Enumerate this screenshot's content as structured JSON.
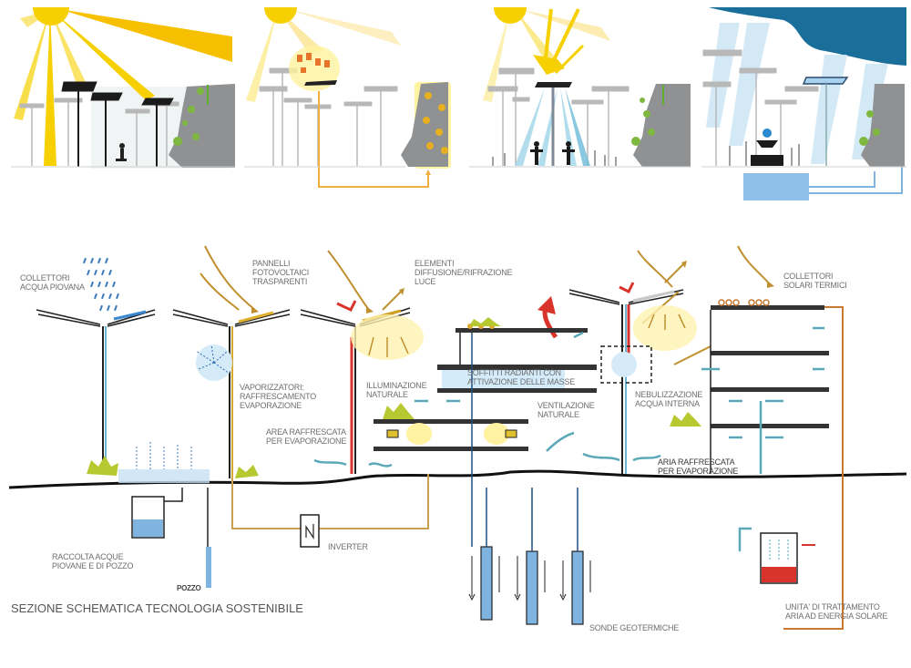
{
  "diagram": {
    "title": "SEZIONE SCHEMATICA TECNOLOGIA SOSTENIBILE",
    "top_panels": [
      {
        "theme": "sun-shading",
        "description": "Sun with rays, dark photovoltaic canopies, seated figure, green wall"
      },
      {
        "theme": "photovoltaic-energy",
        "description": "Sun energizing transparent PV panel, linked by orange line to illuminated green wall"
      },
      {
        "theme": "light-diffusion",
        "description": "Sunlight refracted by canopy element into cool light beams over figures"
      },
      {
        "theme": "rainwater-collection",
        "description": "Rain cloud, blue canopy collector, fountain and water tank"
      }
    ],
    "labels": {
      "collettori_acqua": "COLLETTORI\nACQUA PIOVANA",
      "pannelli": "PANNELLI\nFOTOVOLTAICI\nTRASPARENTI",
      "elementi": "ELEMENTI\nDIFFUSIONE/RIFRAZIONE\nLUCE",
      "collettori_solari": "COLLETTORI\nSOLARI TERMICI",
      "vaporizzatori": "VAPORIZZATORI:\nRAFFRESCAMENTO\nEVAPORAZIONE",
      "area_raffrescata": "AREA RAFFRESCATA\nPER EVAPORAZIONE",
      "illuminazione": "ILLUMINAZIONE\nNATURALE",
      "soffitti": "SOFFITTI RADIANTI CON\nATTIVAZIONE DELLE MASSE",
      "ventilazione": "VENTILAZIONE\nNATURALE",
      "nebulizzazione": "NEBULIZZAZIONE\nACQUA INTERNA",
      "aria_raffrescata": "ARIA RAFFRESCATA\nPER EVAPORAZIONE",
      "raccolta": "RACCOLTA ACQUE\nPIOVANE E DI POZZO",
      "pozzo": "POZZO",
      "inverter": "INVERTER",
      "sonde": "SONDE GEOTERMICHE",
      "unita": "UNITA' DI TRATTAMENTO\nARIA AD ENERGIA SOLARE"
    },
    "colors": {
      "sun": "#f6d000",
      "water": "#7fb4e0",
      "solar_line": "#c8a050",
      "heat_red": "#d9342b",
      "vent_teal": "#5aa8b8",
      "plant_green": "#a8c030",
      "cloud": "#1a6f9a",
      "gray_structure": "#a8a8a8"
    }
  }
}
